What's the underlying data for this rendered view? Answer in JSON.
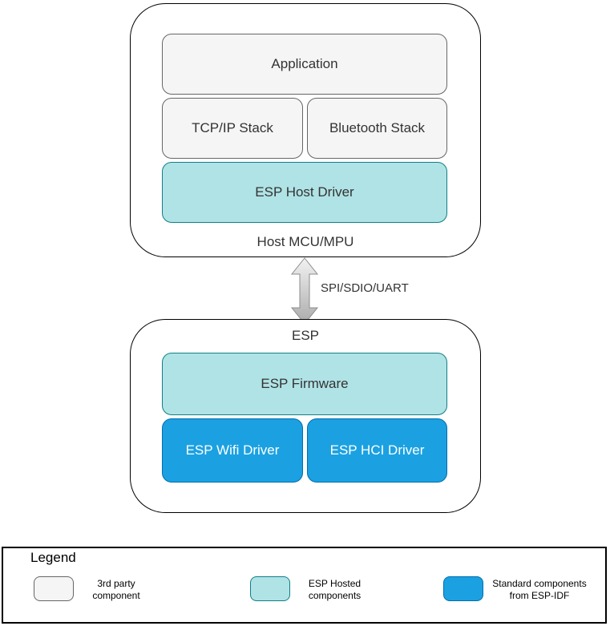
{
  "diagram": {
    "host": {
      "label": "Host MCU/MPU",
      "application": "Application",
      "tcpip_stack": "TCP/IP Stack",
      "bluetooth_stack": "Bluetooth Stack",
      "host_driver": "ESP Host Driver"
    },
    "link_label": "SPI/SDIO/UART",
    "esp": {
      "label": "ESP",
      "firmware": "ESP Firmware",
      "wifi_driver": "ESP Wifi Driver",
      "hci_driver": "ESP HCI Driver"
    }
  },
  "legend": {
    "title": "Legend",
    "items": [
      {
        "label": "3rd party\ncomponent",
        "fill": "#F5F5F5",
        "stroke": "#666666"
      },
      {
        "label": "ESP Hosted\ncomponents",
        "fill": "#B0E3E5",
        "stroke": "#0E8088"
      },
      {
        "label": "Standard components\nfrom ESP-IDF",
        "fill": "#1BA1E2",
        "stroke": "#006EAF"
      }
    ]
  },
  "colors": {
    "third_party_fill": "#F5F5F5",
    "third_party_stroke": "#666666",
    "hosted_fill": "#B0E3E5",
    "hosted_stroke": "#0E8088",
    "idf_fill": "#1BA1E2",
    "idf_stroke": "#006EAF",
    "idf_text": "#FFFFFF",
    "outline": "#000000",
    "text": "#333333"
  }
}
